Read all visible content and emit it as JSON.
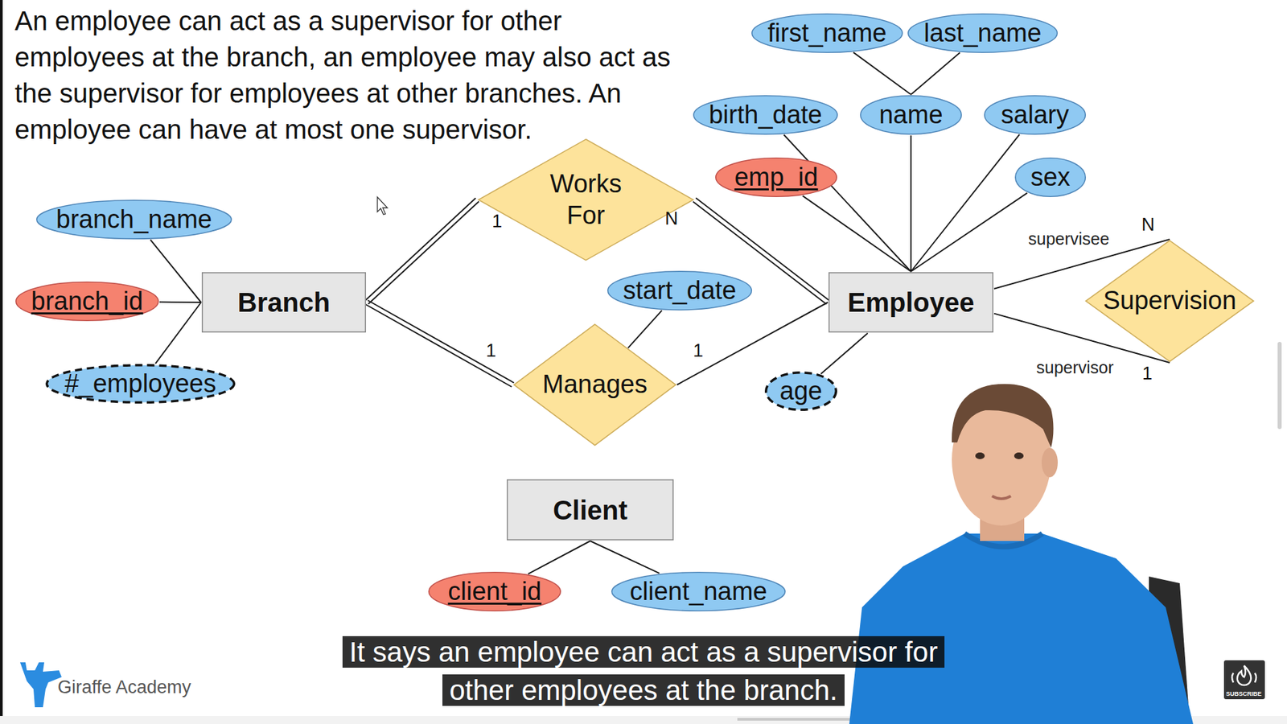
{
  "diagram": {
    "title": "An employee can act as a supervisor for other employees at the branch, an employee may also act as the supervisor for employees at other branches. An employee can have at most one supervisor.",
    "caption": "It says an employee can act as a supervisor for other employees at the branch.",
    "nodes": [
      {
        "text": [
          "first_name"
        ]
      },
      {
        "text": [
          "last_name"
        ]
      },
      {
        "text": [
          "birth_date"
        ]
      },
      {
        "text": [
          "name"
        ]
      },
      {
        "text": [
          "salary"
        ]
      },
      {
        "text": [
          "emp_id"
        ]
      },
      {
        "text": [
          "sex"
        ]
      },
      {
        "text": [
          "Works For"
        ]
      },
      {
        "text": [
          "branch_name"
        ]
      },
      {
        "text": [
          "branch_id"
        ]
      },
      {
        "text": [
          "Branch"
        ]
      },
      {
        "text": [
          "Employee"
        ]
      },
      {
        "text": [
          "Supervision"
        ]
      },
      {
        "text": [
          "start_date"
        ]
      },
      {
        "text": [
          "#_employees"
        ]
      },
      {
        "text": [
          "Manages"
        ]
      },
      {
        "text": [
          "age"
        ]
      },
      {
        "text": [
          "Client"
        ]
      },
      {
        "text": [
          "client_id"
        ]
      },
      {
        "text": [
          "client_name"
        ]
      }
    ],
    "edges": [
      {
        "from": 0,
        "to": 3,
        "arrow": "none"
      },
      {
        "from": 1,
        "to": 3,
        "arrow": "none"
      },
      {
        "from": 2,
        "to": 11,
        "arrow": "none"
      },
      {
        "from": 3,
        "to": 11,
        "arrow": "none"
      },
      {
        "from": 4,
        "to": 11,
        "arrow": "none"
      },
      {
        "from": 5,
        "to": 11,
        "arrow": "none"
      },
      {
        "from": 6,
        "to": 11,
        "arrow": "none"
      },
      {
        "from": 8,
        "to": 10,
        "arrow": "none"
      },
      {
        "from": 9,
        "to": 10,
        "arrow": "none"
      },
      {
        "from": 14,
        "to": 10,
        "arrow": "none"
      },
      {
        "from": 10,
        "to": 7,
        "arrow": "none"
      },
      {
        "from": 7,
        "to": 11,
        "arrow": "none"
      },
      {
        "from": 10,
        "to": 15,
        "arrow": "none"
      },
      {
        "from": 15,
        "to": 11,
        "arrow": "none"
      },
      {
        "from": 13,
        "to": 15,
        "arrow": "none"
      },
      {
        "from": 16,
        "to": 11,
        "arrow": "none"
      },
      {
        "from": 11,
        "to": 12,
        "label": "supervisee",
        "arrow": "none"
      },
      {
        "from": 11,
        "to": 12,
        "label": "supervisor",
        "arrow": "none"
      },
      {
        "from": 17,
        "to": 18,
        "arrow": "none"
      },
      {
        "from": 17,
        "to": 19,
        "arrow": "none"
      }
    ],
    "labels": [
      "1",
      "N",
      "1",
      "1",
      "N",
      "1",
      "Giraffe Academy",
      "SUBSCRIBE"
    ]
  }
}
